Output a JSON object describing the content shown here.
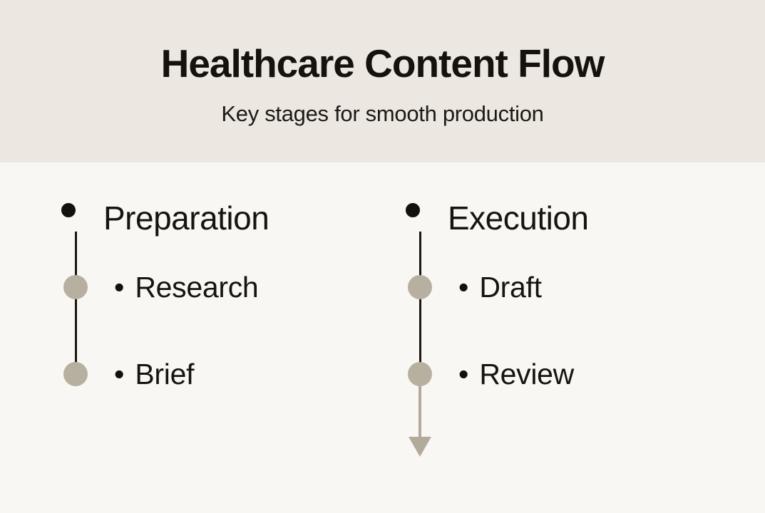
{
  "header": {
    "title": "Healthcare Content Flow",
    "subtitle": "Key stages for smooth production"
  },
  "columns": [
    {
      "heading": "Preparation",
      "items": [
        {
          "bullet": "•",
          "label": "Research"
        },
        {
          "bullet": "•",
          "label": "Brief"
        }
      ]
    },
    {
      "heading": "Execution",
      "items": [
        {
          "bullet": "•",
          "label": "Draft"
        },
        {
          "bullet": "•",
          "label": "Review"
        }
      ]
    }
  ],
  "icons": {
    "stage_marker": "ring-node-icon",
    "step_marker": "dot-node-icon",
    "flow_end": "arrow-down-icon",
    "list_marker": "bullet-icon"
  },
  "colors": {
    "header_background": "#ece8e1",
    "body_background": "#f9f7f3",
    "text": "#17130e",
    "node_ring": "#14110d",
    "node_fill": "#b7afa0",
    "connector": "#1b1712",
    "arrow": "#b2ab9b"
  }
}
